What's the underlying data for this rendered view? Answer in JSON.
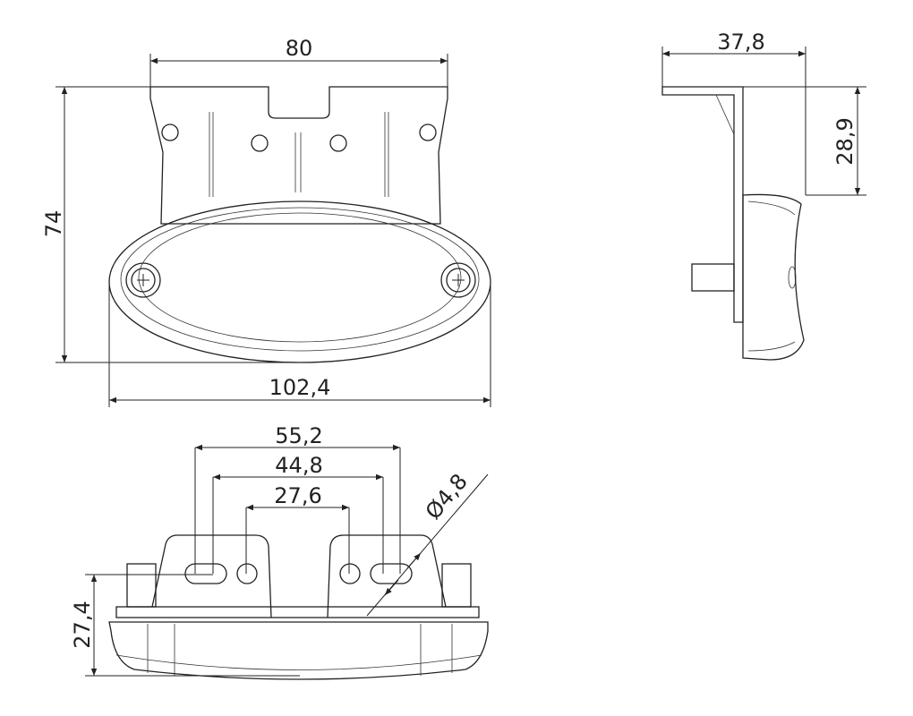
{
  "dimensions": {
    "top_width": "80",
    "height": "74",
    "overall_width": "102,4",
    "side_depth": "37,8",
    "side_offset": "28,9",
    "hole_span_outer": "55,2",
    "hole_span_mid": "44,8",
    "hole_span_inner": "27,6",
    "hole_diameter": "Ø4,8",
    "bottom_height": "27,4"
  }
}
